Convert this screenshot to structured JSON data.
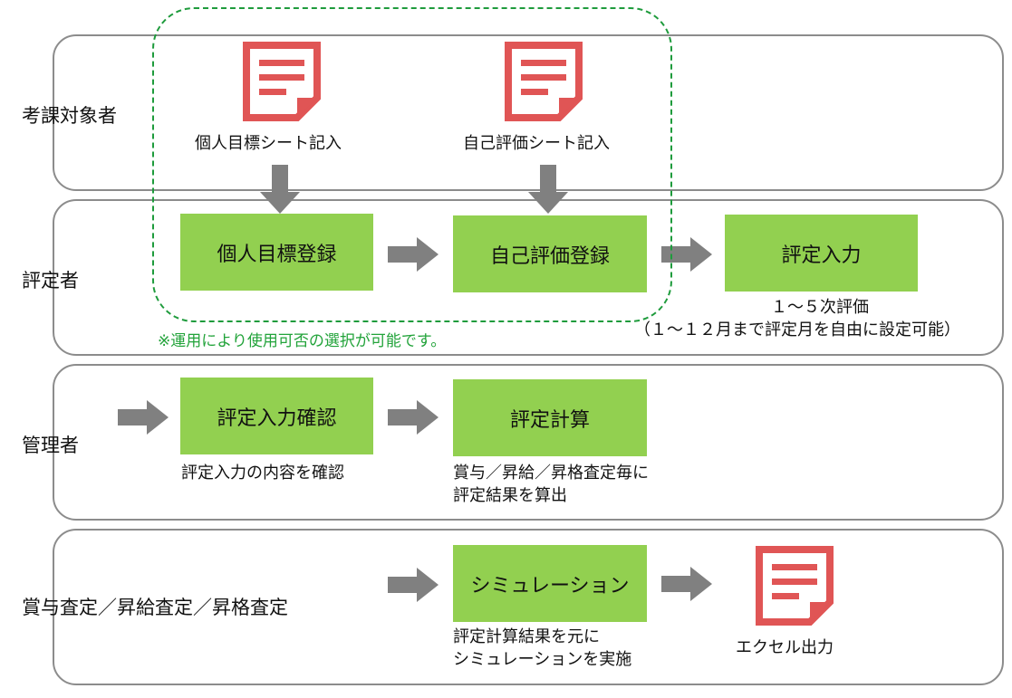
{
  "lanes": {
    "staff": "考課対象者",
    "evaluator": "評定者",
    "admin": "管理者",
    "review": "賞与査定／昇給査定／昇格査定"
  },
  "staff": {
    "goal_sheet_caption": "個人目標シート記入",
    "self_sheet_caption": "自己評価シート記入"
  },
  "evaluator": {
    "goal_register": "個人目標登録",
    "self_register": "自己評価登録",
    "rating_input": "評定入力",
    "rating_note_line1": "１～５次評価",
    "rating_note_line2": "（１～１２月まで評定月を自由に設定可能）",
    "optional_note": "※運用により使用可否の選択が可能です。"
  },
  "admin": {
    "confirm": "評定入力確認",
    "confirm_caption": "評定入力の内容を確認",
    "calc": "評定計算",
    "calc_caption_line1": "賞与／昇給／昇格査定毎に",
    "calc_caption_line2": "評定結果を算出"
  },
  "review": {
    "simulation": "シミュレーション",
    "sim_caption_line1": "評定計算結果を元に",
    "sim_caption_line2": "シミュレーションを実施",
    "excel_caption": "エクセル出力"
  },
  "colors": {
    "process_box": "#92d050",
    "lane_border": "#8c8c8c",
    "arrow": "#808080",
    "document_icon": "#e05555",
    "optional_group": "#1e9b3c"
  },
  "icons": [
    "document-icon",
    "right-arrow",
    "down-arrow"
  ]
}
